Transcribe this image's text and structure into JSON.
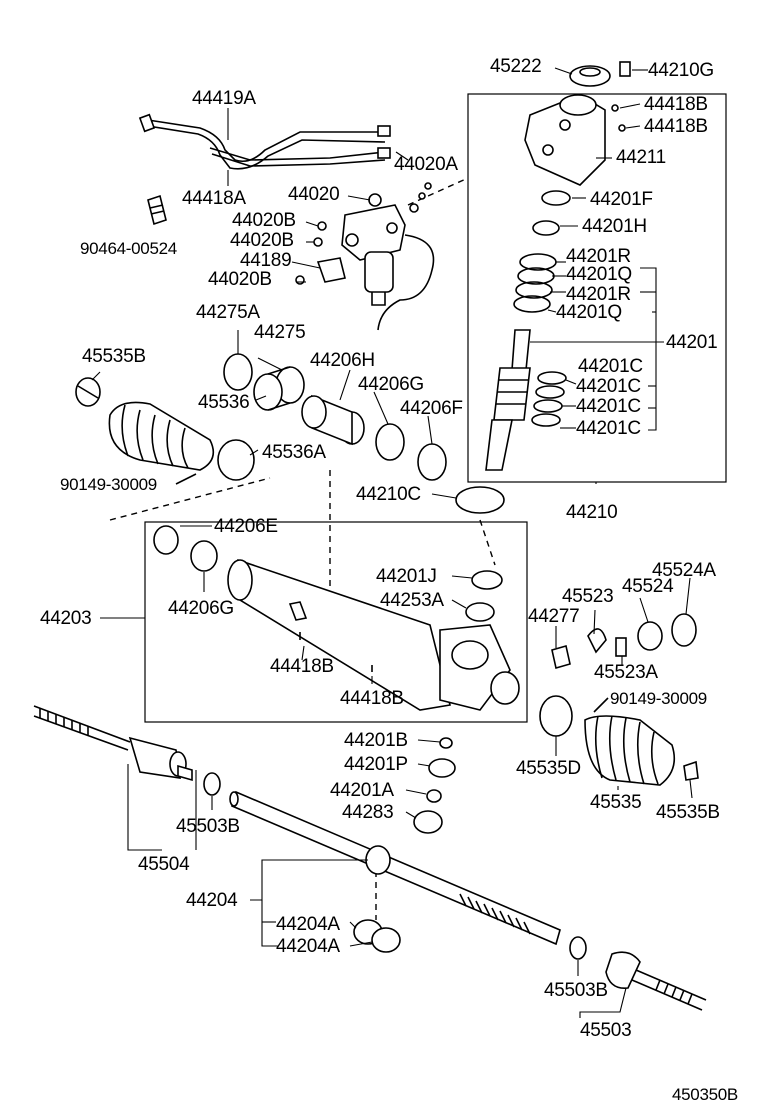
{
  "diagram": {
    "figure_id": "450350B",
    "colors": {
      "ink": "#000000",
      "paper": "#ffffff"
    },
    "labels": [
      {
        "id": "l1",
        "text": "45222"
      },
      {
        "id": "l2",
        "text": "44210G"
      },
      {
        "id": "l3",
        "text": "44419A"
      },
      {
        "id": "l4",
        "text": "44418B"
      },
      {
        "id": "l5",
        "text": "44418B"
      },
      {
        "id": "l6",
        "text": "44211"
      },
      {
        "id": "l7",
        "text": "44020A"
      },
      {
        "id": "l8",
        "text": "44418A"
      },
      {
        "id": "l9",
        "text": "44020"
      },
      {
        "id": "l10",
        "text": "44201F"
      },
      {
        "id": "l11",
        "text": "44020B"
      },
      {
        "id": "l12",
        "text": "44201H"
      },
      {
        "id": "l13",
        "text": "90464-00524"
      },
      {
        "id": "l14",
        "text": "44020B"
      },
      {
        "id": "l15",
        "text": "44189"
      },
      {
        "id": "l16",
        "text": "44201R"
      },
      {
        "id": "l17",
        "text": "44020B"
      },
      {
        "id": "l18",
        "text": "44201Q"
      },
      {
        "id": "l19",
        "text": "44201R"
      },
      {
        "id": "l20",
        "text": "44275A"
      },
      {
        "id": "l21",
        "text": "44201Q"
      },
      {
        "id": "l22",
        "text": "44275"
      },
      {
        "id": "l23",
        "text": "44201"
      },
      {
        "id": "l24",
        "text": "45535B"
      },
      {
        "id": "l25",
        "text": "44206H"
      },
      {
        "id": "l26",
        "text": "44201C"
      },
      {
        "id": "l27",
        "text": "44206G"
      },
      {
        "id": "l28",
        "text": "44201C"
      },
      {
        "id": "l29",
        "text": "45536"
      },
      {
        "id": "l30",
        "text": "44206F"
      },
      {
        "id": "l31",
        "text": "44201C"
      },
      {
        "id": "l32",
        "text": "44201C"
      },
      {
        "id": "l33",
        "text": "45536A"
      },
      {
        "id": "l34",
        "text": "90149-30009"
      },
      {
        "id": "l35",
        "text": "44210C"
      },
      {
        "id": "l36",
        "text": "44210"
      },
      {
        "id": "l37",
        "text": "44206E"
      },
      {
        "id": "l38",
        "text": "45524A"
      },
      {
        "id": "l39",
        "text": "44201J"
      },
      {
        "id": "l40",
        "text": "45523"
      },
      {
        "id": "l41",
        "text": "45524"
      },
      {
        "id": "l42",
        "text": "44203"
      },
      {
        "id": "l43",
        "text": "44206G"
      },
      {
        "id": "l44",
        "text": "44253A"
      },
      {
        "id": "l45",
        "text": "44277"
      },
      {
        "id": "l46",
        "text": "44418B"
      },
      {
        "id": "l47",
        "text": "45523A"
      },
      {
        "id": "l48",
        "text": "44418B"
      },
      {
        "id": "l49",
        "text": "90149-30009"
      },
      {
        "id": "l50",
        "text": "44201B"
      },
      {
        "id": "l51",
        "text": "44201P"
      },
      {
        "id": "l52",
        "text": "45535D"
      },
      {
        "id": "l53",
        "text": "44201A"
      },
      {
        "id": "l54",
        "text": "45535"
      },
      {
        "id": "l55",
        "text": "45535B"
      },
      {
        "id": "l56",
        "text": "45503B"
      },
      {
        "id": "l57",
        "text": "44283"
      },
      {
        "id": "l58",
        "text": "45504"
      },
      {
        "id": "l59",
        "text": "44204"
      },
      {
        "id": "l60",
        "text": "44204A"
      },
      {
        "id": "l61",
        "text": "44204A"
      },
      {
        "id": "l62",
        "text": "45503B"
      },
      {
        "id": "l63",
        "text": "45503"
      },
      {
        "id": "l64",
        "text": "450350B"
      }
    ]
  }
}
